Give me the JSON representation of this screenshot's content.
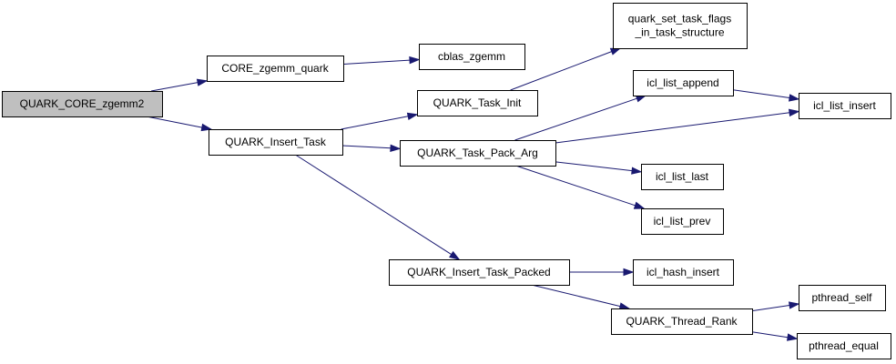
{
  "colors": {
    "root_fill": "#bfbfbf",
    "node_fill": "#ffffff",
    "edge": "#191970"
  },
  "nodes": [
    {
      "id": "n0",
      "lines": [
        "QUARK_CORE_zgemm2"
      ],
      "root": true
    },
    {
      "id": "n1",
      "lines": [
        "CORE_zgemm_quark"
      ]
    },
    {
      "id": "n2",
      "lines": [
        "cblas_zgemm"
      ]
    },
    {
      "id": "n3",
      "lines": [
        "QUARK_Insert_Task"
      ]
    },
    {
      "id": "n4",
      "lines": [
        "QUARK_Task_Init"
      ]
    },
    {
      "id": "n5",
      "lines": [
        "quark_set_task_flags",
        "_in_task_structure"
      ]
    },
    {
      "id": "n6",
      "lines": [
        "QUARK_Task_Pack_Arg"
      ]
    },
    {
      "id": "n7",
      "lines": [
        "icl_list_append"
      ]
    },
    {
      "id": "n8",
      "lines": [
        "icl_list_insert"
      ]
    },
    {
      "id": "n9",
      "lines": [
        "icl_list_last"
      ]
    },
    {
      "id": "n10",
      "lines": [
        "icl_list_prev"
      ]
    },
    {
      "id": "n11",
      "lines": [
        "QUARK_Insert_Task_Packed"
      ]
    },
    {
      "id": "n12",
      "lines": [
        "icl_hash_insert"
      ]
    },
    {
      "id": "n13",
      "lines": [
        "QUARK_Thread_Rank"
      ]
    },
    {
      "id": "n14",
      "lines": [
        "pthread_self"
      ]
    },
    {
      "id": "n15",
      "lines": [
        "pthread_equal"
      ]
    }
  ],
  "edges": [
    {
      "from": "n0",
      "to": "n1"
    },
    {
      "from": "n0",
      "to": "n3"
    },
    {
      "from": "n1",
      "to": "n2"
    },
    {
      "from": "n3",
      "to": "n4"
    },
    {
      "from": "n3",
      "to": "n6"
    },
    {
      "from": "n3",
      "to": "n11"
    },
    {
      "from": "n4",
      "to": "n5"
    },
    {
      "from": "n6",
      "to": "n7"
    },
    {
      "from": "n6",
      "to": "n8"
    },
    {
      "from": "n6",
      "to": "n9"
    },
    {
      "from": "n6",
      "to": "n10"
    },
    {
      "from": "n7",
      "to": "n8"
    },
    {
      "from": "n11",
      "to": "n12"
    },
    {
      "from": "n11",
      "to": "n13"
    },
    {
      "from": "n13",
      "to": "n14"
    },
    {
      "from": "n13",
      "to": "n15"
    }
  ]
}
